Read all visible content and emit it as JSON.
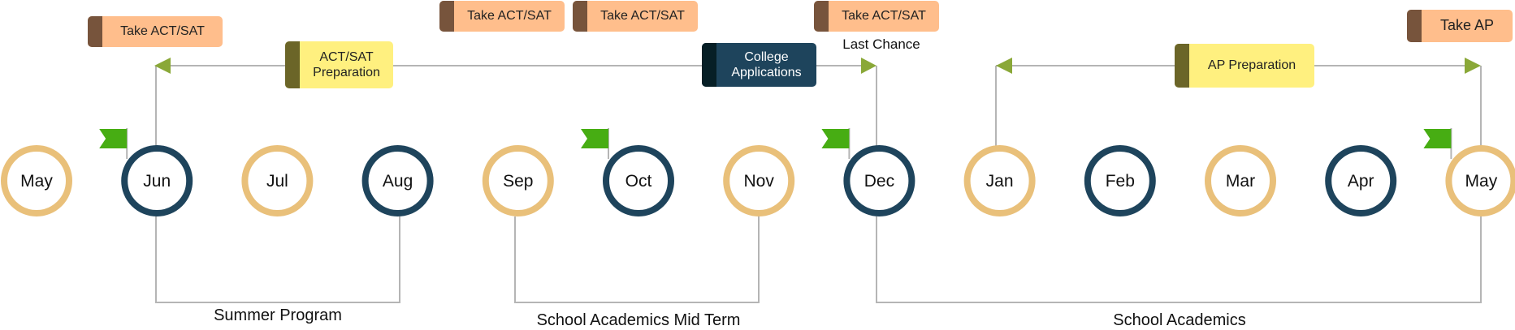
{
  "colors": {
    "ring_gold": "#e9c07a",
    "ring_navy": "#1e445c",
    "line_gray": "#b5b5b5",
    "arrow_green": "#8aa838",
    "flag_green": "#47ad13",
    "note_orange": "#ffbe8c",
    "note_yellow": "#fff07f",
    "note_dark": "#1e445c"
  },
  "months": [
    {
      "label": "May",
      "style": "gold"
    },
    {
      "label": "Jun",
      "style": "navy",
      "flag": true
    },
    {
      "label": "Jul",
      "style": "gold"
    },
    {
      "label": "Aug",
      "style": "navy"
    },
    {
      "label": "Sep",
      "style": "gold"
    },
    {
      "label": "Oct",
      "style": "navy",
      "flag": true
    },
    {
      "label": "Nov",
      "style": "gold"
    },
    {
      "label": "Dec",
      "style": "navy",
      "flag": true
    },
    {
      "label": "Jan",
      "style": "gold"
    },
    {
      "label": "Feb",
      "style": "navy"
    },
    {
      "label": "Mar",
      "style": "gold"
    },
    {
      "label": "Apr",
      "style": "navy"
    },
    {
      "label": "May",
      "style": "gold",
      "flag": true
    }
  ],
  "notes": {
    "take_act_sat_jun": "Take ACT/SAT",
    "act_sat_prep": "ACT/SAT Preparation",
    "take_act_sat_1": "Take ACT/SAT",
    "take_act_sat_2": "Take ACT/SAT",
    "college_applications": "College Applications",
    "take_act_sat_dec": "Take ACT/SAT",
    "last_chance": "Last Chance",
    "ap_preparation": "AP Preparation",
    "take_ap": "Take AP"
  },
  "periods": {
    "summer": "Summer Program",
    "midterm": "School Academics Mid Term",
    "academics": "School Academics"
  }
}
